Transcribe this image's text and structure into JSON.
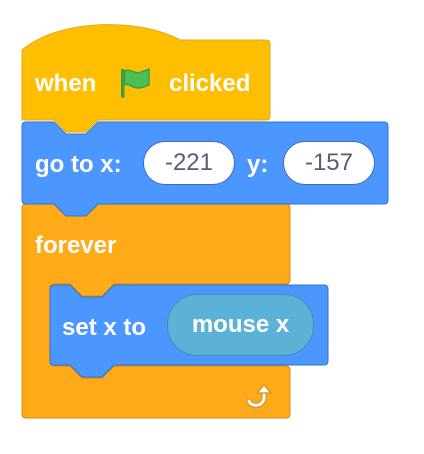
{
  "colors": {
    "events": "#ffbf00",
    "events_border": "#e6a81a",
    "motion": "#4c97ff",
    "motion_border": "#3373cc",
    "control": "#ffab19",
    "control_border": "#cf8b17",
    "operator_reporter": "#5cb1d6",
    "flag_green": "#4cbf56"
  },
  "when_flag_block": {
    "label_before": "when",
    "icon": "green-flag-icon",
    "label_after": "clicked"
  },
  "goto_block": {
    "label": "go to x:",
    "x_value": "-221",
    "y_label": "y:",
    "y_value": "-157"
  },
  "forever_block": {
    "label": "forever",
    "icon": "loop-arrow-icon"
  },
  "setx_block": {
    "label": "set x to",
    "reporter": "mouse x"
  }
}
